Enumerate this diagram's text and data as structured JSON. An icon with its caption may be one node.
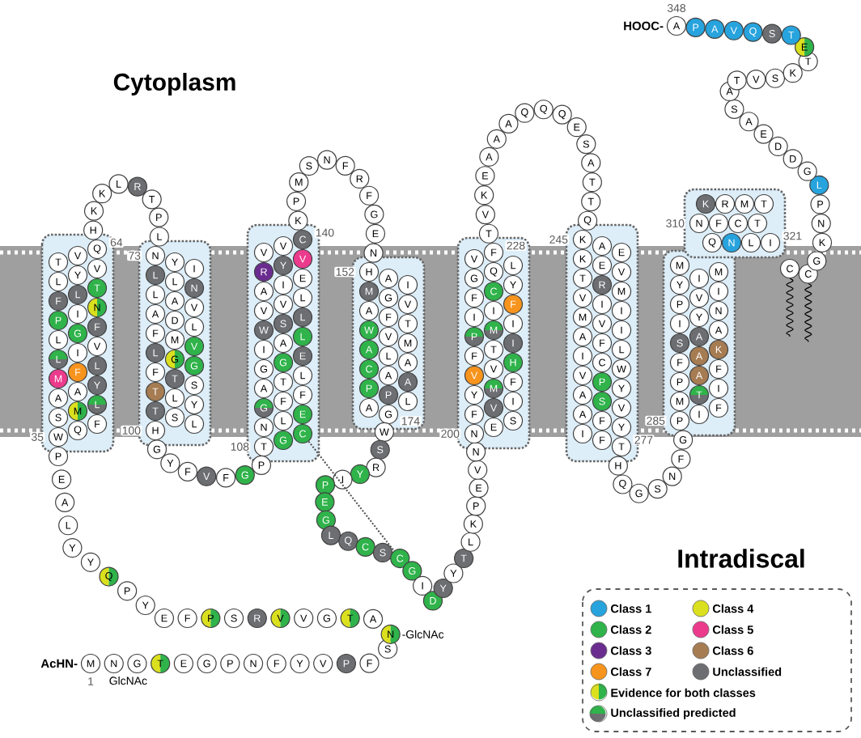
{
  "diagram": {
    "nodes": [
      {
        "text": [
          "M"
        ],
        "beside": [
          "AcHN-",
          "1"
        ]
      },
      {
        "text": [
          "N"
        ],
        "beside": [
          "GlcNAc"
        ]
      },
      {
        "text": [
          "G"
        ]
      },
      {
        "text": [
          "T"
        ]
      },
      {
        "text": [
          "E"
        ]
      },
      {
        "text": [
          "G"
        ]
      },
      {
        "text": [
          "P"
        ]
      },
      {
        "text": [
          "N"
        ]
      },
      {
        "text": [
          "F"
        ]
      },
      {
        "text": [
          "Y"
        ]
      },
      {
        "text": [
          "V"
        ]
      },
      {
        "text": [
          "P"
        ]
      },
      {
        "text": [
          "F"
        ]
      },
      {
        "text": [
          "S"
        ]
      },
      {
        "text": [
          "N"
        ],
        "beside": [
          "-GlcNAc"
        ]
      },
      {
        "text": [
          "A"
        ]
      },
      {
        "text": [
          "T"
        ]
      },
      {
        "text": [
          "G"
        ]
      },
      {
        "text": [
          "V"
        ]
      },
      {
        "text": [
          "V"
        ]
      },
      {
        "text": [
          "R"
        ]
      },
      {
        "text": [
          "S"
        ]
      },
      {
        "text": [
          "P"
        ]
      },
      {
        "text": [
          "F"
        ]
      },
      {
        "text": [
          "E"
        ]
      },
      {
        "text": [
          "Y"
        ]
      },
      {
        "text": [
          "P"
        ]
      },
      {
        "text": [
          "Q"
        ]
      },
      {
        "text": [
          "Y"
        ]
      },
      {
        "text": [
          "Y"
        ]
      },
      {
        "text": [
          "L"
        ]
      },
      {
        "text": [
          "A"
        ]
      },
      {
        "text": [
          "E"
        ]
      },
      {
        "text": [
          "P"
        ]
      },
      {
        "text": [
          "W"
        ],
        "beside": [
          "35"
        ]
      },
      {
        "text": [
          "Q"
        ]
      },
      {
        "text": [
          "F"
        ]
      },
      {
        "text": [
          "S"
        ]
      },
      {
        "text": [
          "M"
        ]
      },
      {
        "text": [
          "L"
        ]
      },
      {
        "text": [
          "A"
        ]
      },
      {
        "text": [
          "A"
        ]
      },
      {
        "text": [
          "Y"
        ]
      },
      {
        "text": [
          "M"
        ]
      },
      {
        "text": [
          "F"
        ]
      },
      {
        "text": [
          "L"
        ]
      },
      {
        "text": [
          "L"
        ]
      },
      {
        "text": [
          "I"
        ]
      },
      {
        "text": [
          "V"
        ]
      },
      {
        "text": [
          "L"
        ]
      },
      {
        "text": [
          "G"
        ]
      },
      {
        "text": [
          "F"
        ]
      },
      {
        "text": [
          "P"
        ]
      },
      {
        "text": [
          "I"
        ]
      },
      {
        "text": [
          "N"
        ]
      },
      {
        "text": [
          "F"
        ]
      },
      {
        "text": [
          "L"
        ]
      },
      {
        "text": [
          "T"
        ]
      },
      {
        "text": [
          "L"
        ]
      },
      {
        "text": [
          "Y"
        ]
      },
      {
        "text": [
          "V"
        ]
      },
      {
        "text": [
          "T"
        ]
      },
      {
        "text": [
          "V"
        ]
      },
      {
        "text": [
          "Q"
        ],
        "beside": [
          "64"
        ]
      },
      {
        "text": [
          "H"
        ]
      },
      {
        "text": [
          "K"
        ]
      },
      {
        "text": [
          "K"
        ]
      },
      {
        "text": [
          "L"
        ]
      },
      {
        "text": [
          "R"
        ]
      },
      {
        "text": [
          "T"
        ]
      },
      {
        "text": [
          "P"
        ]
      },
      {
        "text": [
          "L"
        ]
      },
      {
        "text": [
          "N"
        ],
        "beside": [
          "73"
        ]
      },
      {
        "text": [
          "Y"
        ]
      },
      {
        "text": [
          "I"
        ]
      },
      {
        "text": [
          "L"
        ]
      },
      {
        "text": [
          "L"
        ]
      },
      {
        "text": [
          "N"
        ]
      },
      {
        "text": [
          "L"
        ]
      },
      {
        "text": [
          "A"
        ]
      },
      {
        "text": [
          "V"
        ]
      },
      {
        "text": [
          "A"
        ]
      },
      {
        "text": [
          "D"
        ]
      },
      {
        "text": [
          "L"
        ]
      },
      {
        "text": [
          "F"
        ]
      },
      {
        "text": [
          "M"
        ]
      },
      {
        "text": [
          "V"
        ]
      },
      {
        "text": [
          "L"
        ]
      },
      {
        "text": [
          "G"
        ]
      },
      {
        "text": [
          "G"
        ]
      },
      {
        "text": [
          "F"
        ]
      },
      {
        "text": [
          "T"
        ]
      },
      {
        "text": [
          "S"
        ]
      },
      {
        "text": [
          "T"
        ]
      },
      {
        "text": [
          "L"
        ]
      },
      {
        "text": [
          "Y"
        ]
      },
      {
        "text": [
          "T"
        ]
      },
      {
        "text": [
          "S"
        ]
      },
      {
        "text": [
          "L"
        ]
      },
      {
        "text": [
          "H"
        ],
        "beside": [
          "100"
        ]
      },
      {
        "text": [
          "G"
        ]
      },
      {
        "text": [
          "Y"
        ]
      },
      {
        "text": [
          "F"
        ]
      },
      {
        "text": [
          "V"
        ]
      },
      {
        "text": [
          "F"
        ]
      },
      {
        "text": [
          "G"
        ]
      },
      {
        "text": [
          "P"
        ]
      },
      {
        "text": [
          "T"
        ],
        "beside": [
          "108"
        ]
      },
      {
        "text": [
          "G"
        ]
      },
      {
        "text": [
          "C"
        ]
      },
      {
        "text": [
          "N"
        ]
      },
      {
        "text": [
          "L"
        ]
      },
      {
        "text": [
          "E"
        ]
      },
      {
        "text": [
          "G"
        ]
      },
      {
        "text": [
          "F"
        ]
      },
      {
        "text": [
          "F"
        ]
      },
      {
        "text": [
          "A"
        ]
      },
      {
        "text": [
          "T"
        ]
      },
      {
        "text": [
          "L"
        ]
      },
      {
        "text": [
          "G"
        ]
      },
      {
        "text": [
          "G"
        ]
      },
      {
        "text": [
          "E"
        ]
      },
      {
        "text": [
          "I"
        ]
      },
      {
        "text": [
          "A"
        ]
      },
      {
        "text": [
          "L"
        ]
      },
      {
        "text": [
          "W"
        ]
      },
      {
        "text": [
          "S"
        ]
      },
      {
        "text": [
          "L"
        ]
      },
      {
        "text": [
          "V"
        ]
      },
      {
        "text": [
          "V"
        ]
      },
      {
        "text": [
          "L"
        ]
      },
      {
        "text": [
          "A"
        ]
      },
      {
        "text": [
          "I"
        ]
      },
      {
        "text": [
          "E"
        ]
      },
      {
        "text": [
          "R"
        ]
      },
      {
        "text": [
          "Y"
        ]
      },
      {
        "text": [
          "V"
        ]
      },
      {
        "text": [
          "V"
        ]
      },
      {
        "text": [
          "V"
        ]
      },
      {
        "text": [
          "C"
        ],
        "beside": [
          "140"
        ]
      },
      {
        "text": [
          "K"
        ]
      },
      {
        "text": [
          "P"
        ]
      },
      {
        "text": [
          "M"
        ]
      },
      {
        "text": [
          "S"
        ]
      },
      {
        "text": [
          "N"
        ]
      },
      {
        "text": [
          "F"
        ]
      },
      {
        "text": [
          "R"
        ]
      },
      {
        "text": [
          "F"
        ]
      },
      {
        "text": [
          "G"
        ]
      },
      {
        "text": [
          "E"
        ]
      },
      {
        "text": [
          "N"
        ]
      },
      {
        "text": [
          "H"
        ],
        "beside": [
          "152"
        ]
      },
      {
        "text": [
          "A"
        ]
      },
      {
        "text": [
          "I"
        ]
      },
      {
        "text": [
          "M"
        ]
      },
      {
        "text": [
          "G"
        ]
      },
      {
        "text": [
          "V"
        ]
      },
      {
        "text": [
          "A"
        ]
      },
      {
        "text": [
          "F"
        ]
      },
      {
        "text": [
          "T"
        ]
      },
      {
        "text": [
          "W"
        ]
      },
      {
        "text": [
          "V"
        ]
      },
      {
        "text": [
          "M"
        ]
      },
      {
        "text": [
          "A"
        ]
      },
      {
        "text": [
          "L"
        ]
      },
      {
        "text": [
          "A"
        ]
      },
      {
        "text": [
          "C"
        ]
      },
      {
        "text": [
          "A"
        ]
      },
      {
        "text": [
          "A"
        ]
      },
      {
        "text": [
          "P"
        ]
      },
      {
        "text": [
          "P"
        ]
      },
      {
        "text": [
          "L"
        ]
      },
      {
        "text": [
          "A"
        ]
      },
      {
        "text": [
          "G"
        ],
        "beside": [
          "174"
        ]
      },
      {
        "text": [
          "W"
        ]
      },
      {
        "text": [
          "S"
        ]
      },
      {
        "text": [
          "R"
        ]
      },
      {
        "text": [
          "Y"
        ]
      },
      {
        "text": [
          "I"
        ]
      },
      {
        "text": [
          "P"
        ]
      },
      {
        "text": [
          "E"
        ]
      },
      {
        "text": [
          "G"
        ]
      },
      {
        "text": [
          "L"
        ]
      },
      {
        "text": [
          "Q"
        ]
      },
      {
        "text": [
          "C"
        ]
      },
      {
        "text": [
          "S"
        ]
      },
      {
        "text": [
          "C"
        ]
      },
      {
        "text": [
          "G"
        ]
      },
      {
        "text": [
          "I"
        ]
      },
      {
        "text": [
          "D"
        ]
      },
      {
        "text": [
          "Y"
        ]
      },
      {
        "text": [
          "Y"
        ]
      },
      {
        "text": [
          "T"
        ]
      },
      {
        "text": [
          "L"
        ]
      },
      {
        "text": [
          "K"
        ]
      },
      {
        "text": [
          "P"
        ]
      },
      {
        "text": [
          "E"
        ]
      },
      {
        "text": [
          "V"
        ]
      },
      {
        "text": [
          "N"
        ]
      },
      {
        "text": [
          "N"
        ],
        "beside": [
          "200"
        ]
      },
      {
        "text": [
          "E"
        ]
      },
      {
        "text": [
          "S"
        ]
      },
      {
        "text": [
          "F"
        ]
      },
      {
        "text": [
          "V"
        ]
      },
      {
        "text": [
          "I"
        ]
      },
      {
        "text": [
          "Y"
        ]
      },
      {
        "text": [
          "M"
        ]
      },
      {
        "text": [
          "F"
        ]
      },
      {
        "text": [
          "V"
        ]
      },
      {
        "text": [
          "V"
        ]
      },
      {
        "text": [
          "H"
        ]
      },
      {
        "text": [
          "F"
        ]
      },
      {
        "text": [
          "T"
        ]
      },
      {
        "text": [
          "I"
        ]
      },
      {
        "text": [
          "P"
        ]
      },
      {
        "text": [
          "M"
        ]
      },
      {
        "text": [
          "I"
        ]
      },
      {
        "text": [
          "I"
        ]
      },
      {
        "text": [
          "I"
        ]
      },
      {
        "text": [
          "F"
        ]
      },
      {
        "text": [
          "F"
        ]
      },
      {
        "text": [
          "C"
        ]
      },
      {
        "text": [
          "Y"
        ]
      },
      {
        "text": [
          "G"
        ]
      },
      {
        "text": [
          "Q"
        ]
      },
      {
        "text": [
          "L"
        ]
      },
      {
        "text": [
          "V"
        ]
      },
      {
        "text": [
          "F"
        ],
        "beside": [
          "228"
        ]
      },
      {
        "text": [
          "T"
        ]
      },
      {
        "text": [
          "V"
        ]
      },
      {
        "text": [
          "K"
        ]
      },
      {
        "text": [
          "E"
        ]
      },
      {
        "text": [
          "A"
        ]
      },
      {
        "text": [
          "A"
        ]
      },
      {
        "text": [
          "A"
        ]
      },
      {
        "text": [
          "Q"
        ]
      },
      {
        "text": [
          "Q"
        ]
      },
      {
        "text": [
          "Q"
        ]
      },
      {
        "text": [
          "E"
        ]
      },
      {
        "text": [
          "S"
        ]
      },
      {
        "text": [
          "A"
        ]
      },
      {
        "text": [
          "T"
        ]
      },
      {
        "text": [
          "T"
        ]
      },
      {
        "text": [
          "Q"
        ]
      },
      {
        "text": [
          "K"
        ],
        "beside": [
          "245"
        ]
      },
      {
        "text": [
          "A"
        ]
      },
      {
        "text": [
          "E"
        ]
      },
      {
        "text": [
          "K"
        ]
      },
      {
        "text": [
          "E"
        ]
      },
      {
        "text": [
          "V"
        ]
      },
      {
        "text": [
          "T"
        ]
      },
      {
        "text": [
          "R"
        ]
      },
      {
        "text": [
          "M"
        ]
      },
      {
        "text": [
          "V"
        ]
      },
      {
        "text": [
          "I"
        ]
      },
      {
        "text": [
          "I"
        ]
      },
      {
        "text": [
          "M"
        ]
      },
      {
        "text": [
          "V"
        ]
      },
      {
        "text": [
          "I"
        ]
      },
      {
        "text": [
          "A"
        ]
      },
      {
        "text": [
          "F"
        ]
      },
      {
        "text": [
          "L"
        ]
      },
      {
        "text": [
          "I"
        ]
      },
      {
        "text": [
          "C"
        ]
      },
      {
        "text": [
          "W"
        ]
      },
      {
        "text": [
          "V"
        ]
      },
      {
        "text": [
          "P"
        ]
      },
      {
        "text": [
          "Y"
        ]
      },
      {
        "text": [
          "A"
        ]
      },
      {
        "text": [
          "S"
        ]
      },
      {
        "text": [
          "V"
        ]
      },
      {
        "text": [
          "A"
        ]
      },
      {
        "text": [
          "F"
        ]
      },
      {
        "text": [
          "Y"
        ]
      },
      {
        "text": [
          "I"
        ]
      },
      {
        "text": [
          "F"
        ]
      },
      {
        "text": [
          "T"
        ],
        "beside": [
          "277"
        ]
      },
      {
        "text": [
          "H"
        ]
      },
      {
        "text": [
          "Q"
        ]
      },
      {
        "text": [
          "G"
        ]
      },
      {
        "text": [
          "S"
        ]
      },
      {
        "text": [
          "N"
        ]
      },
      {
        "text": [
          "F"
        ]
      },
      {
        "text": [
          "G"
        ]
      },
      {
        "text": [
          "P"
        ],
        "beside": [
          "285"
        ]
      },
      {
        "text": [
          "I"
        ]
      },
      {
        "text": [
          "F"
        ]
      },
      {
        "text": [
          "M"
        ]
      },
      {
        "text": [
          "T"
        ]
      },
      {
        "text": [
          "I"
        ]
      },
      {
        "text": [
          "P"
        ]
      },
      {
        "text": [
          "A"
        ]
      },
      {
        "text": [
          "F"
        ]
      },
      {
        "text": [
          "F"
        ]
      },
      {
        "text": [
          "A"
        ]
      },
      {
        "text": [
          "K"
        ]
      },
      {
        "text": [
          "S"
        ]
      },
      {
        "text": [
          "A"
        ]
      },
      {
        "text": [
          "A"
        ]
      },
      {
        "text": [
          "I"
        ]
      },
      {
        "text": [
          "Y"
        ]
      },
      {
        "text": [
          "N"
        ]
      },
      {
        "text": [
          "P"
        ]
      },
      {
        "text": [
          "V"
        ]
      },
      {
        "text": [
          "I"
        ]
      },
      {
        "text": [
          "Y"
        ]
      },
      {
        "text": [
          "I"
        ]
      },
      {
        "text": [
          "M"
        ]
      },
      {
        "text": [
          "M"
        ]
      },
      {
        "text": [
          "N"
        ],
        "beside": [
          "310"
        ]
      },
      {
        "text": [
          "K"
        ]
      },
      {
        "text": [
          "Q"
        ]
      },
      {
        "text": [
          "F"
        ]
      },
      {
        "text": [
          "R"
        ]
      },
      {
        "text": [
          "N"
        ]
      },
      {
        "text": [
          "C"
        ]
      },
      {
        "text": [
          "M"
        ]
      },
      {
        "text": [
          "L"
        ]
      },
      {
        "text": [
          "T"
        ]
      },
      {
        "text": [
          "T"
        ]
      },
      {
        "text": [
          "I"
        ],
        "beside": [
          "321"
        ]
      },
      {
        "text": [
          "C"
        ]
      },
      {
        "text": [
          "C"
        ]
      },
      {
        "text": [
          "G"
        ]
      },
      {
        "text": [
          "K"
        ]
      },
      {
        "text": [
          "N"
        ]
      },
      {
        "text": [
          "P"
        ]
      },
      {
        "text": [
          "L"
        ]
      },
      {
        "text": [
          "G"
        ]
      },
      {
        "text": [
          "D"
        ]
      },
      {
        "text": [
          "D"
        ]
      },
      {
        "text": [
          "E"
        ]
      },
      {
        "text": [
          "A"
        ]
      },
      {
        "text": [
          "S"
        ]
      },
      {
        "text": [
          "A"
        ]
      },
      {
        "text": [
          "T"
        ]
      },
      {
        "text": [
          "V"
        ]
      },
      {
        "text": [
          "S"
        ]
      },
      {
        "text": [
          "K"
        ]
      },
      {
        "text": [
          "T"
        ]
      },
      {
        "text": [
          "E"
        ]
      },
      {
        "text": [
          "T"
        ]
      },
      {
        "text": [
          "S"
        ]
      },
      {
        "text": [
          "Q"
        ]
      },
      {
        "text": [
          "V"
        ]
      },
      {
        "text": [
          "A"
        ]
      },
      {
        "text": [
          "P"
        ]
      },
      {
        "text": [
          "A"
        ],
        "beside": [
          "HOOC-",
          "348"
        ]
      }
    ],
    "edges": [
      {
        "from": 109,
        "to": 186,
        "arrow": "none",
        "style": "dashed"
      }
    ],
    "labels": [
      "Cytoplasm",
      "Intradiscal"
    ],
    "legend": [
      {
        "text": "Class 1",
        "color": "#27a3dd"
      },
      {
        "text": "Class 4",
        "color": "#dbe01e"
      },
      {
        "text": "Class 2",
        "color": "#2fb34a"
      },
      {
        "text": "Class 5",
        "color": "#ec3b8d"
      },
      {
        "text": "Class 3",
        "color": "#6a2d8f"
      },
      {
        "text": "Class 6",
        "color": "#a67c52"
      },
      {
        "text": "Class 7",
        "color": "#f7941d"
      },
      {
        "text": "Unclassified",
        "color": "#6d6e71"
      },
      {
        "text": "Evidence for both classes"
      },
      {
        "text": "Unclassified predicted"
      }
    ]
  }
}
